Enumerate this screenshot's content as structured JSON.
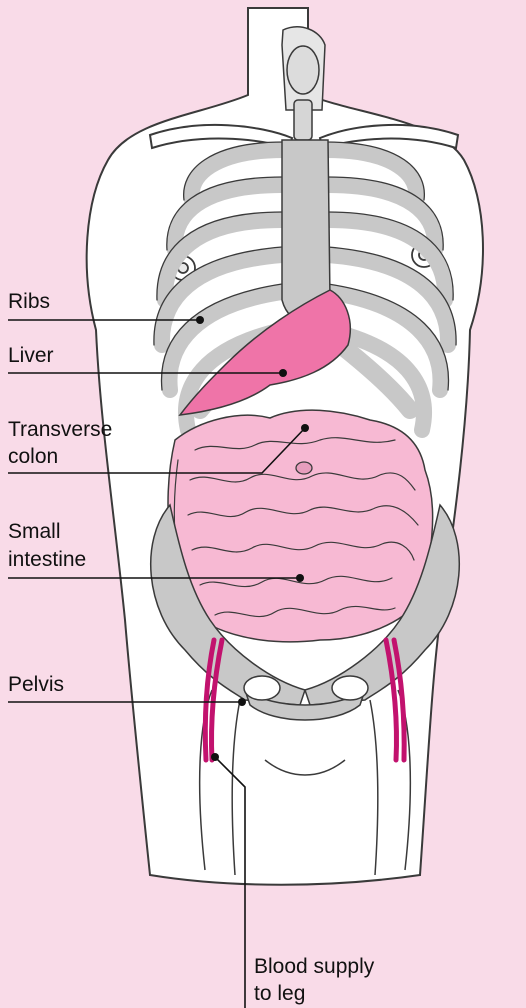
{
  "labels": {
    "ribs": "Ribs",
    "liver": "Liver",
    "transverse_colon_1": "Transverse",
    "transverse_colon_2": "colon",
    "small_intestine_1": "Small",
    "small_intestine_2": "intestine",
    "pelvis": "Pelvis",
    "blood_supply_1": "Blood supply",
    "blood_supply_2": "to leg"
  },
  "colors": {
    "background": "#f9dbe8",
    "body": "#ffffff",
    "bone": "#c8c8c8",
    "liver": "#ef74a8",
    "intestine": "#f7b9d3",
    "vessel": "#c2126e",
    "outline": "#3a3a3a"
  }
}
